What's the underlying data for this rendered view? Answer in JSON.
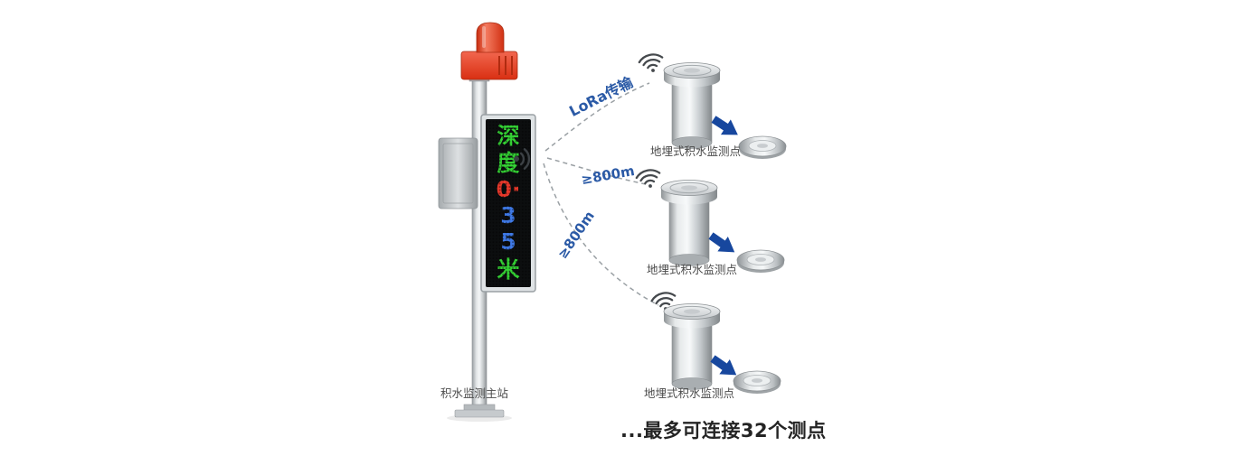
{
  "colors": {
    "background": "#ffffff",
    "beacon_red": "#e2391b",
    "arrow_blue": "#17479e",
    "link_label_blue": "#2b5aa6",
    "curve_gray": "#9aa0a4",
    "label_gray": "#4a4a4a",
    "caption_dark": "#242424",
    "screen_black": "#0c0e0f",
    "led_green": "#35d435",
    "led_red": "#e8392b",
    "led_blue": "#3f7ae8"
  },
  "main_station": {
    "label": "积水监测主站",
    "display_chars": [
      {
        "char": "深",
        "color": "#35d435"
      },
      {
        "char": "度",
        "color": "#35d435"
      },
      {
        "char": "0·",
        "color": "#e8392b"
      },
      {
        "char": "3",
        "color": "#3f7ae8"
      },
      {
        "char": "5",
        "color": "#3f7ae8"
      },
      {
        "char": "米",
        "color": "#35d435"
      }
    ]
  },
  "links": [
    {
      "label": "LoRa传输"
    },
    {
      "label": "≥800m"
    },
    {
      "label": "≥800m"
    }
  ],
  "sensors": [
    {
      "label": "地埋式积水监测点"
    },
    {
      "label": "地埋式积水监测点"
    },
    {
      "label": "地埋式积水监测点"
    }
  ],
  "caption": "...最多可连接32个测点"
}
